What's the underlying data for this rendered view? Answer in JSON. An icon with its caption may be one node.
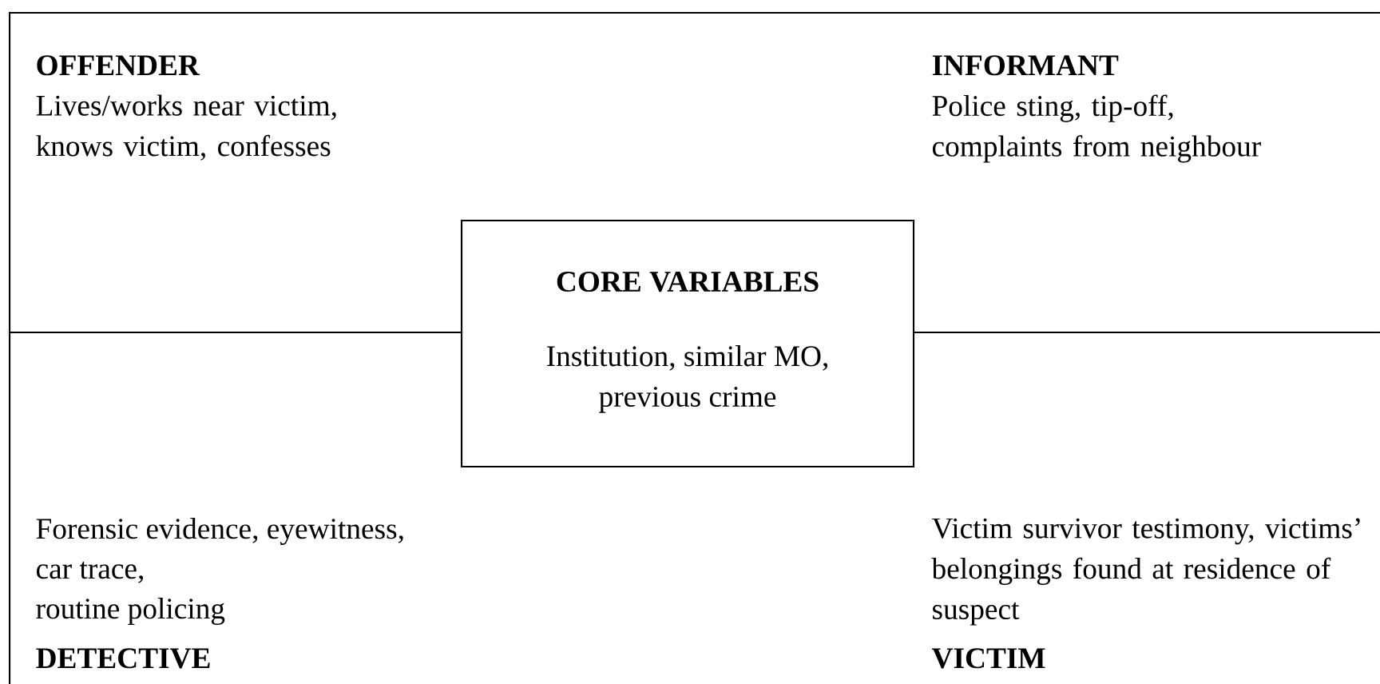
{
  "diagram": {
    "nodes": [
      {
        "text": [
          "CORE VARIABLES",
          "Institution, similar MO, previous crime"
        ]
      }
    ],
    "labels": [
      "OFFENDER",
      "Lives/works near victim, knows victim, confesses",
      "INFORMANT",
      "Police sting, tip-off, complaints from neighbour",
      "Forensic evidence, eyewitness,",
      "car trace,",
      "routine policing",
      "DETECTIVE",
      "Victim survivor testimony, victims’ belongings found at residence of suspect",
      "VICTIM"
    ]
  }
}
